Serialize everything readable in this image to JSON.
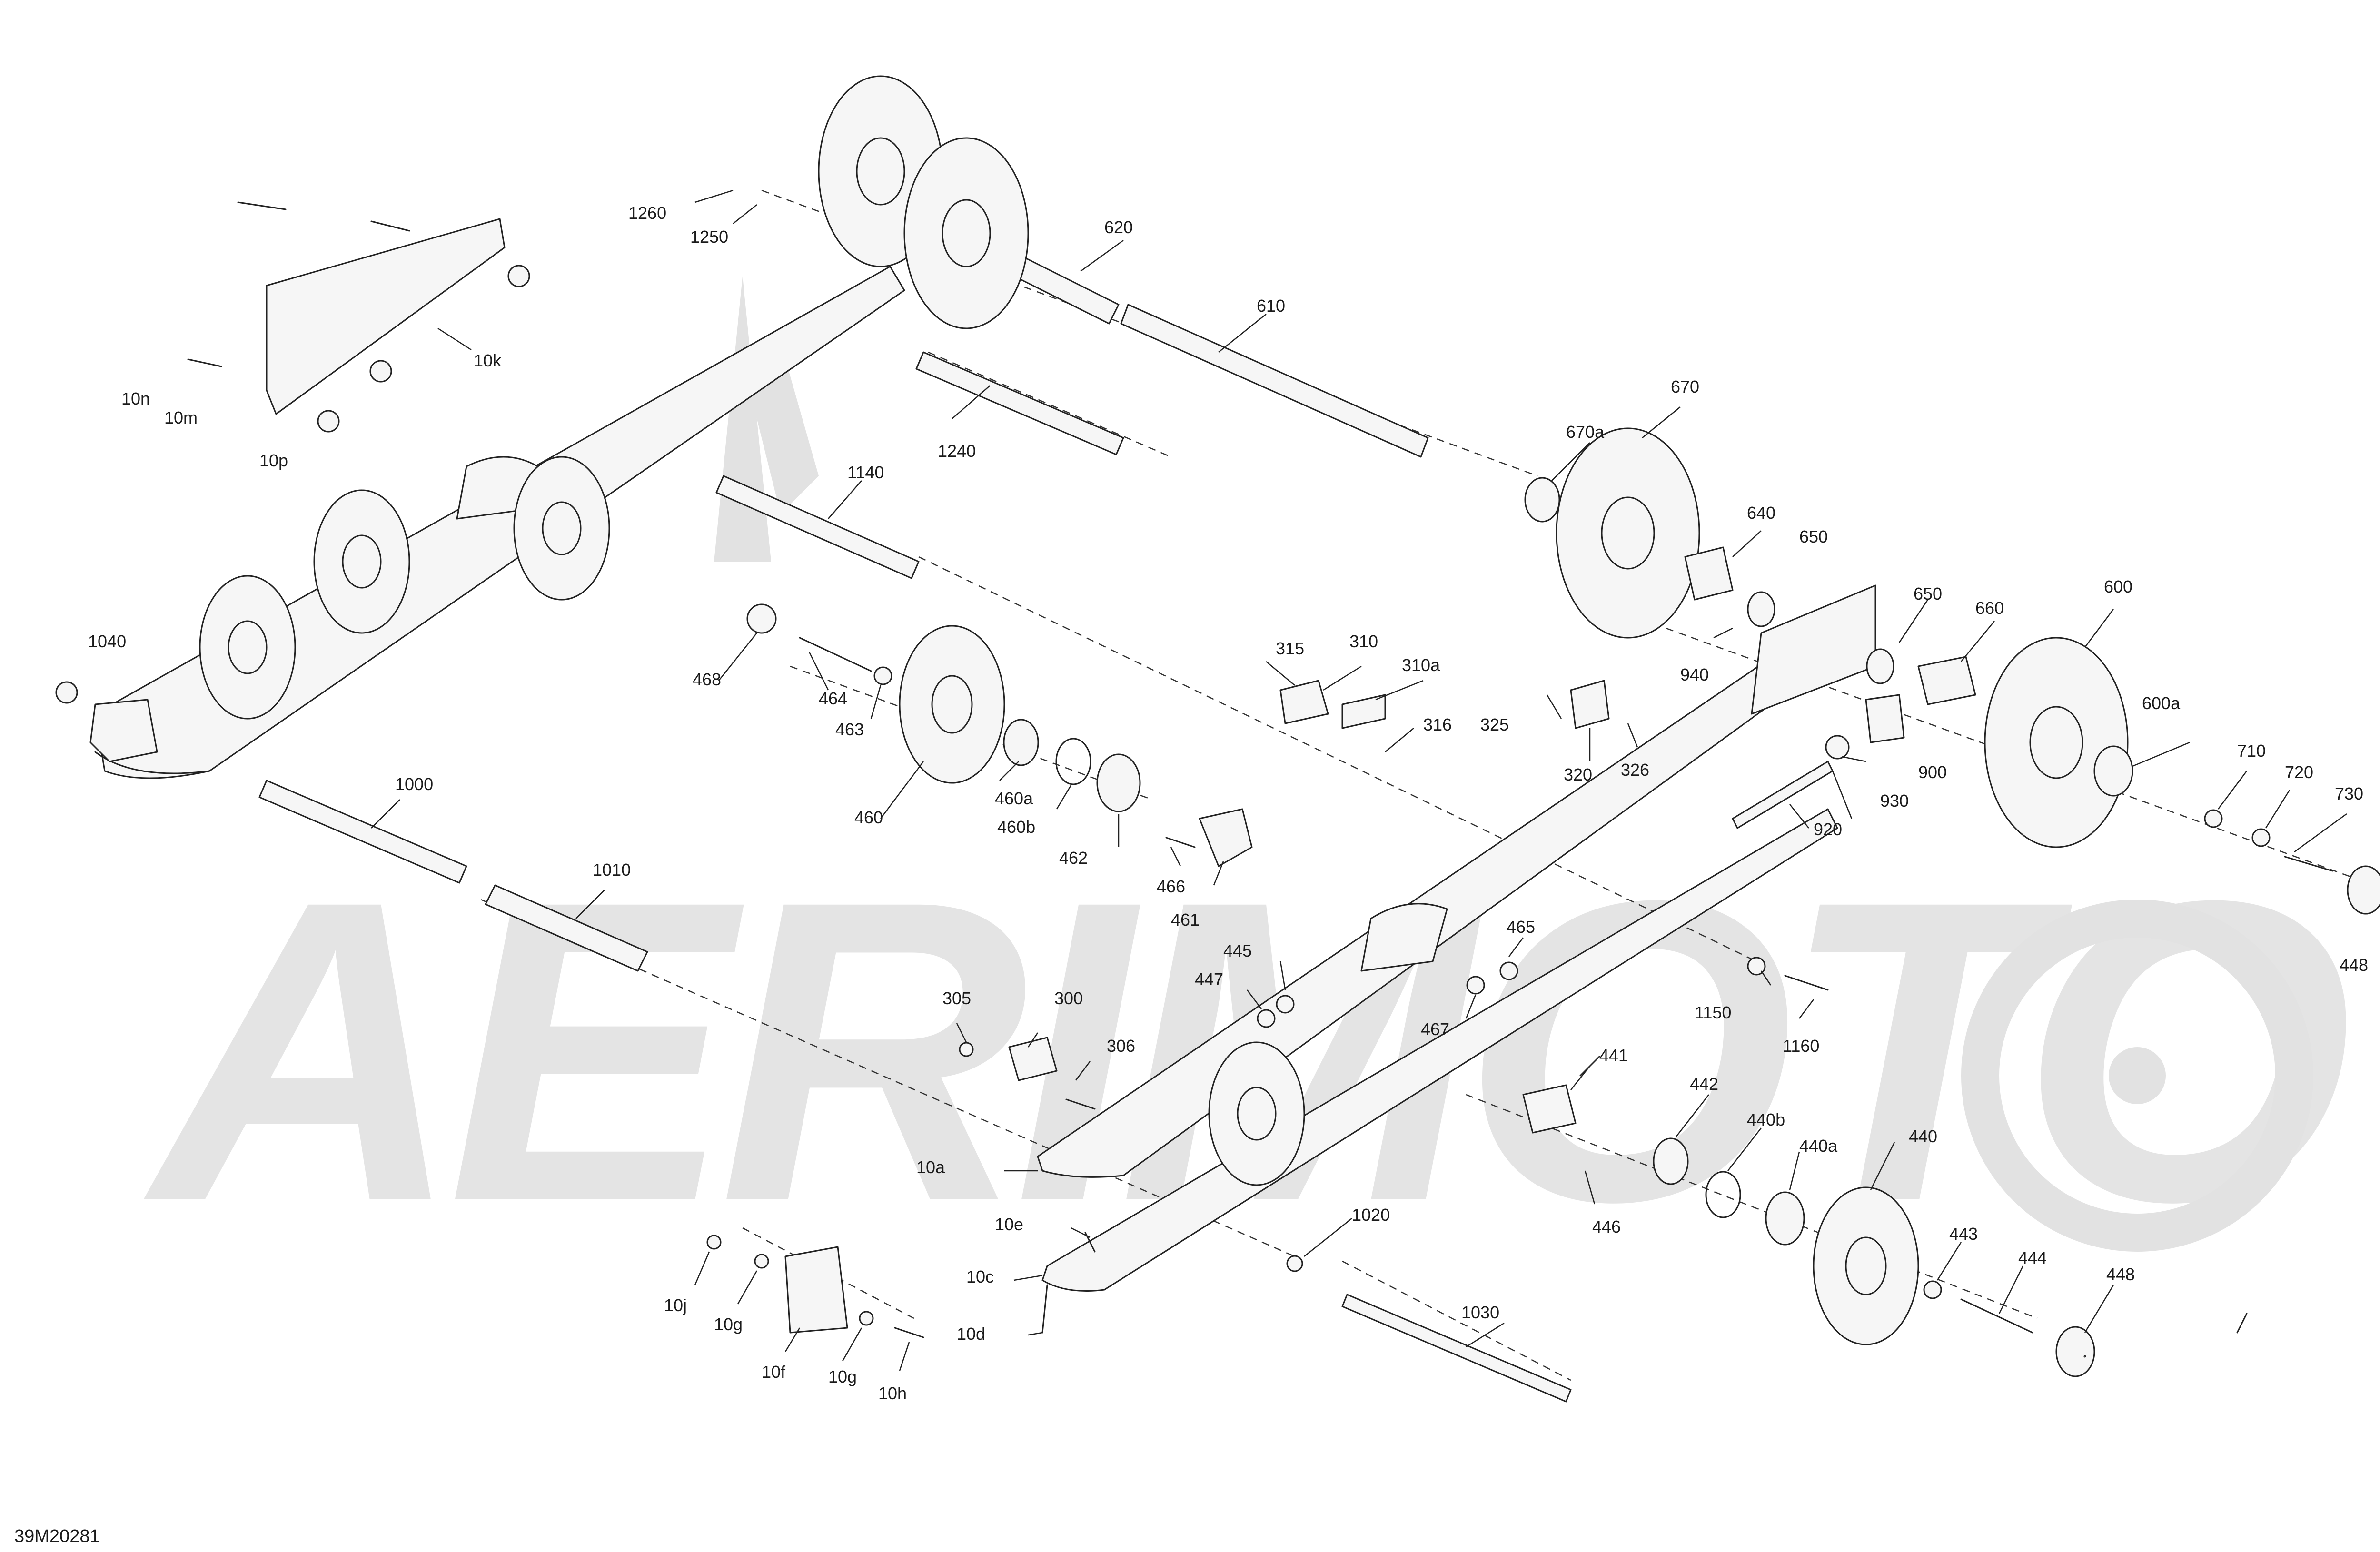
{
  "figure_code": "39M20281",
  "watermark": "AERIMOTO",
  "callouts": [
    "1260",
    "1250",
    "620",
    "610",
    "10k",
    "10n",
    "10m",
    "10p",
    "1240",
    "1140",
    "670a",
    "670",
    "640",
    "650",
    "650",
    "660",
    "600",
    "600a",
    "710",
    "720",
    "730",
    "448",
    "1040",
    "468",
    "464",
    "463",
    "460",
    "460a",
    "460b",
    "462",
    "315",
    "310",
    "310a",
    "316",
    "325",
    "320",
    "326",
    "940",
    "900",
    "930",
    "920",
    "466",
    "461",
    "1000",
    "1010",
    "465",
    "445",
    "447",
    "467",
    "1150",
    "1160",
    "305",
    "300",
    "306",
    "441",
    "442",
    "440b",
    "440a",
    "440",
    "446",
    "443",
    "444",
    "448",
    "10a",
    "10e",
    "1020",
    "10c",
    "1030",
    "10d",
    "10j",
    "10g",
    "10f",
    "10g",
    "10h"
  ]
}
